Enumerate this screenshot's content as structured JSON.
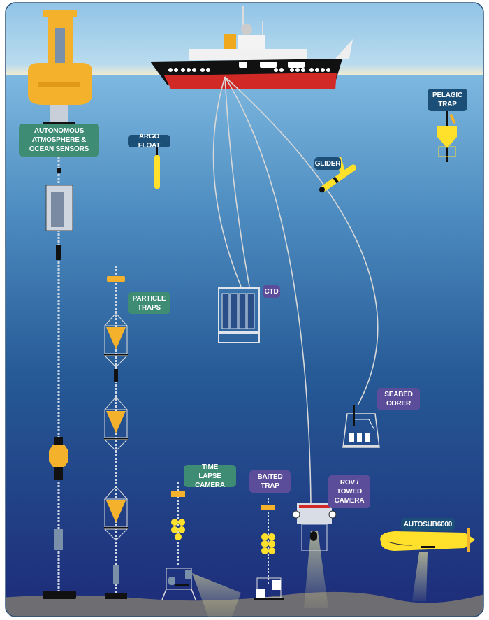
{
  "labels": {
    "autonomous_sensors": "AUTONOMOUS ATMOSPHERE & OCEAN SENSORS",
    "argo_float": "ARGO FLOAT",
    "glider": "GLIDER",
    "pelagic_trap": "PELAGIC TRAP",
    "particle_traps": "PARTICLE TRAPS",
    "ctd": "CTD",
    "seabed_corer": "SEABED CORER",
    "time_lapse_camera": "TIME LAPSE CAMERA",
    "baited_trap": "BAITED TRAP",
    "rov_towed_camera": "ROV / TOWED CAMERA",
    "autosub": "AUTOSUB6000"
  },
  "colors": {
    "label_green": "#3f8c74",
    "label_navy": "#1b4f78",
    "label_purple": "#5b4d99",
    "instrument_yellow": "#f5b22a",
    "ship_red": "#d12a26"
  }
}
